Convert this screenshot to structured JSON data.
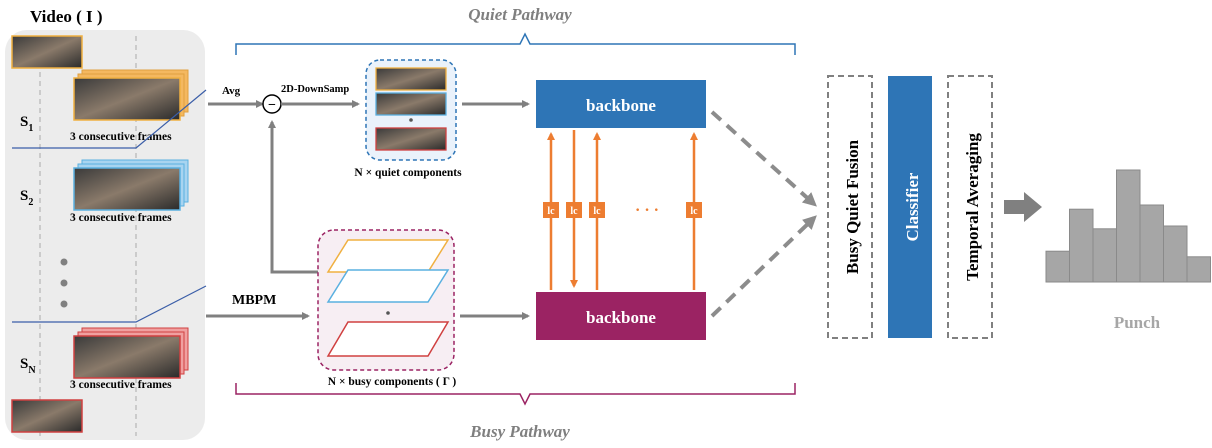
{
  "video": {
    "title": "Video ( I )",
    "segments": [
      {
        "label": "S",
        "sub": "1",
        "caption": "3 consecutive frames"
      },
      {
        "label": "S",
        "sub": "2",
        "caption": "3 consecutive frames"
      },
      {
        "label": "S",
        "sub": "N",
        "caption": "3 consecutive frames"
      }
    ]
  },
  "quiet_pathway": {
    "title": "Quiet Pathway",
    "avg_label": "Avg",
    "downsample_label": "2D-DownSamp",
    "subtract_symbol": "−",
    "components_caption": "N × quiet components",
    "backbone_label": "backbone",
    "color": "#2e75b6"
  },
  "busy_pathway": {
    "title": "Busy Pathway",
    "mbpm_label": "MBPM",
    "components_caption": "N × busy components ( Γ )",
    "backbone_label": "backbone",
    "color": "#9b2363"
  },
  "lateral": {
    "labels": [
      "lc",
      "lc",
      "lc",
      "lc"
    ],
    "ellipsis": "· · ·",
    "color": "#ed7d31"
  },
  "heads": {
    "fusion": "Busy Quiet Fusion",
    "classifier": "Classifier",
    "averaging": "Temporal Averaging"
  },
  "output": {
    "label": "Punch",
    "histogram": [
      0.22,
      0.52,
      0.38,
      0.8,
      0.55,
      0.4,
      0.18
    ]
  }
}
